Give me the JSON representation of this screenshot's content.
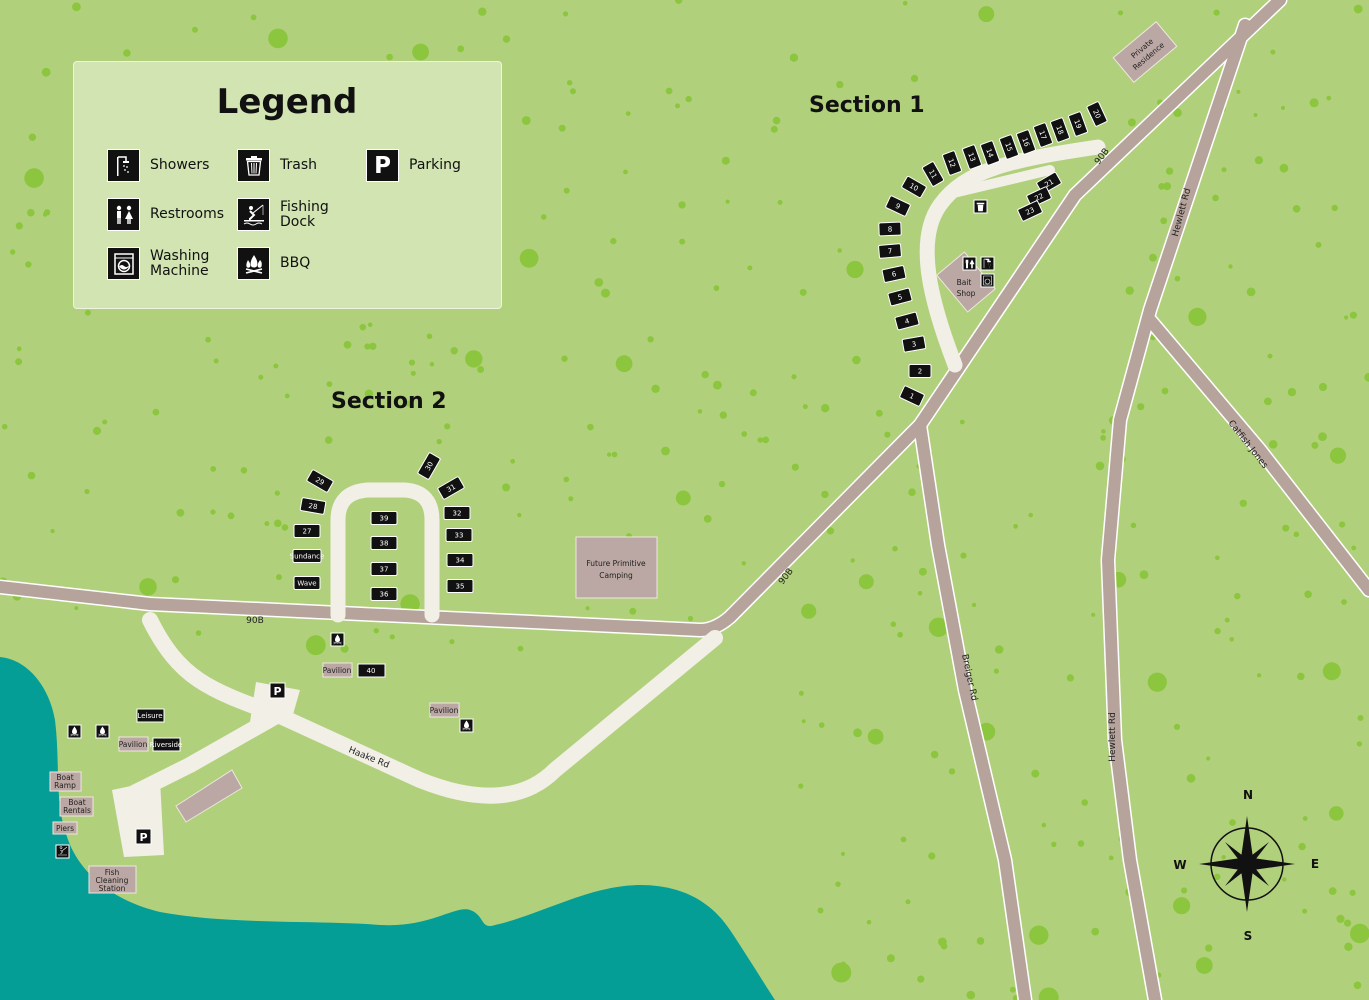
{
  "legend": {
    "title": "Legend",
    "items": [
      {
        "icon": "shower-icon",
        "label": "Showers"
      },
      {
        "icon": "trash-icon",
        "label": "Trash"
      },
      {
        "icon": "parking-icon",
        "label": "Parking",
        "glyph": "P"
      },
      {
        "icon": "restroom-icon",
        "label": "Restrooms"
      },
      {
        "icon": "fishing-dock-icon",
        "label": "Fishing\nDock"
      },
      {
        "icon": "washing-machine-icon",
        "label": "Washing\nMachine"
      },
      {
        "icon": "bbq-icon",
        "label": "BBQ"
      }
    ]
  },
  "sections": {
    "section1": "Section 1",
    "section2": "Section 2"
  },
  "section1_sites": [
    "1",
    "2",
    "3",
    "4",
    "5",
    "6",
    "7",
    "8",
    "9",
    "10",
    "11",
    "12",
    "13",
    "14",
    "15",
    "16",
    "17",
    "18",
    "19",
    "20",
    "21",
    "22",
    "23"
  ],
  "section2_sites": [
    "27",
    "28",
    "29",
    "30",
    "31",
    "32",
    "33",
    "34",
    "35",
    "36",
    "37",
    "38",
    "39",
    "Sundance",
    "Wave"
  ],
  "roads": {
    "r90b_west": "90B",
    "r90b_mid": "90B",
    "r90b_north": "90B",
    "haake": "Haake Rd",
    "breiger": "Breiger Rd",
    "hewlett_north": "Hewlett Rd",
    "hewlett_south": "Hewlett Rd",
    "catfish": "Catfish Jones"
  },
  "facilities": {
    "private_residence_1": "Private",
    "private_residence_2": "Residence",
    "bait_shop_1": "Bait",
    "bait_shop_2": "Shop",
    "future_camping_1": "Future Primitive",
    "future_camping_2": "Camping",
    "pavilion_a": "Pavilion",
    "site_40": "40",
    "pavilion_b": "Pavilion",
    "pavilion_c": "Pavilion",
    "leisure": "Leisure",
    "riverside": "Riverside",
    "boat_ramp_1": "Boat",
    "boat_ramp_2": "Ramp",
    "boat_rentals_1": "Boat",
    "boat_rentals_2": "Rentals",
    "piers": "Piers",
    "fish_cleaning_1": "Fish",
    "fish_cleaning_2": "Cleaning",
    "fish_cleaning_3": "Station",
    "parking_glyph": "P"
  },
  "compass": {
    "n": "N",
    "e": "E",
    "s": "S",
    "w": "W"
  },
  "colors": {
    "grass": "#b1d07c",
    "tree": "#8cc63f",
    "water": "#049e96",
    "road": "#b6a49c",
    "path": "#f2efe6",
    "site": "#111111",
    "facility": "#bba7a3"
  }
}
